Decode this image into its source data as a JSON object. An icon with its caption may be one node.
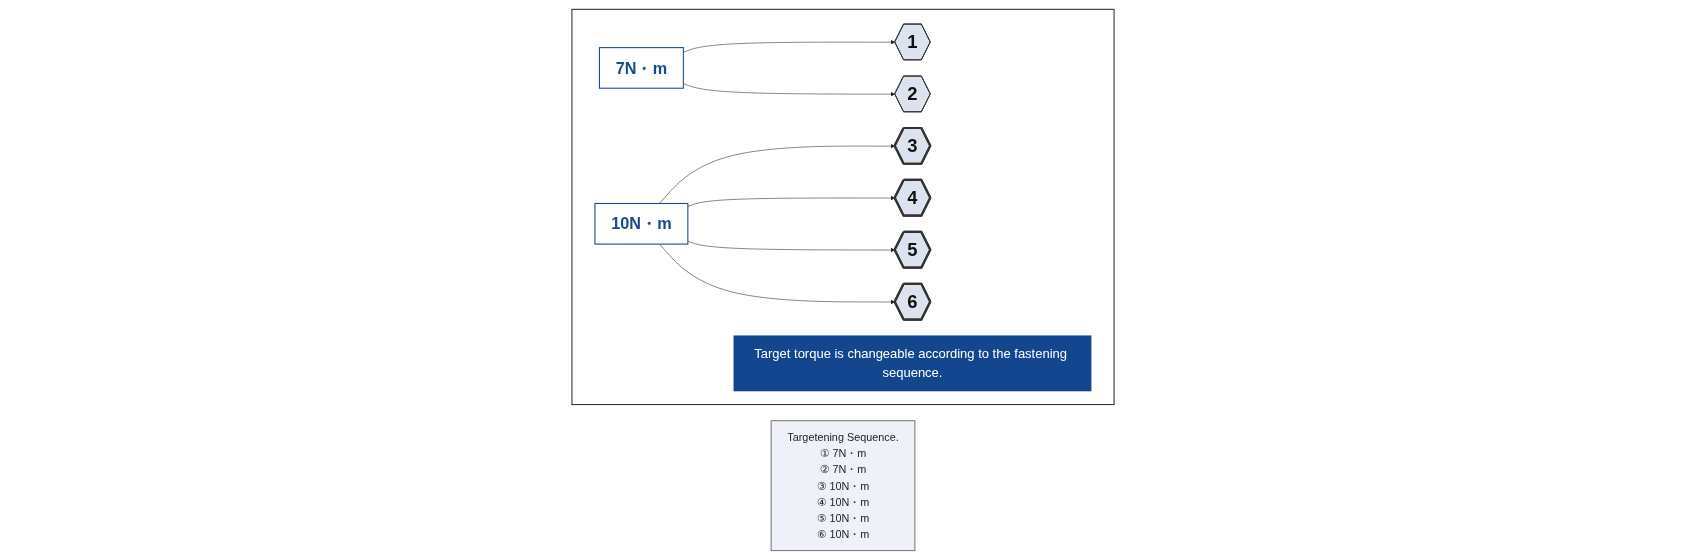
{
  "diagram": {
    "nodes": [
      {
        "text": [
          "Targetening Sequence.",
          "① 7N・m",
          "② 7N・m",
          "③ 10N・m",
          "④ 10N・m",
          "⑤ 10N・m",
          "⑥ 10N・m"
        ]
      },
      {
        "text": [],
        "shape": "box"
      },
      {
        "text": [
          "1"
        ],
        "in": 1
      },
      {
        "text": [
          "2"
        ],
        "in": 1
      },
      {
        "text": [
          "7N・m"
        ],
        "in": 1
      },
      {
        "text": [
          "3"
        ],
        "in": 1
      },
      {
        "text": [
          "4"
        ],
        "in": 1
      },
      {
        "text": [
          "10N・m"
        ],
        "in": 1
      },
      {
        "text": [
          "5"
        ],
        "in": 1
      },
      {
        "text": [
          "6"
        ],
        "in": 1
      },
      {
        "text": [
          "Target torque is changeable according to the fastening sequence."
        ],
        "in": 1
      }
    ],
    "edges": [
      {
        "from": 4,
        "to": 2,
        "arrow": "to"
      },
      {
        "from": 4,
        "to": 3,
        "arrow": "to"
      },
      {
        "from": 7,
        "to": 5,
        "arrow": "to"
      },
      {
        "from": 7,
        "to": 6,
        "arrow": "to"
      },
      {
        "from": 7,
        "to": 8,
        "arrow": "to"
      },
      {
        "from": 7,
        "to": 9,
        "arrow": "to"
      }
    ]
  }
}
